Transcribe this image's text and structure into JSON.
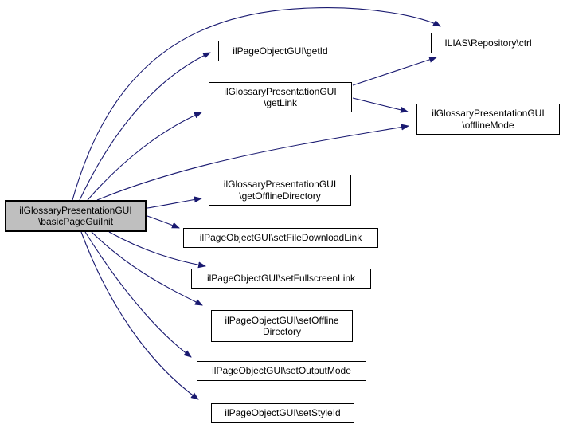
{
  "diagram": {
    "type": "call-graph",
    "colors": {
      "edge": "#191970",
      "node_border": "#000000",
      "node_fill": "#ffffff",
      "highlight_fill": "#bfbfbf",
      "text": "#000000",
      "background": "#ffffff"
    },
    "nodes": [
      {
        "id": "basicPageGuiInit",
        "line1": "ilGlossaryPresentationGUI",
        "line2": "\\basicPageGuiInit",
        "highlighted": true
      },
      {
        "id": "getId",
        "line1": "ilPageObjectGUI\\getId"
      },
      {
        "id": "getLink",
        "line1": "ilGlossaryPresentationGUI",
        "line2": "\\getLink"
      },
      {
        "id": "ctrl",
        "line1": "ILIAS\\Repository\\ctrl"
      },
      {
        "id": "offlineMode",
        "line1": "ilGlossaryPresentationGUI",
        "line2": "\\offlineMode"
      },
      {
        "id": "getOfflineDirectory",
        "line1": "ilGlossaryPresentationGUI",
        "line2": "\\getOfflineDirectory"
      },
      {
        "id": "setFileDownloadLink",
        "line1": "ilPageObjectGUI\\setFileDownloadLink"
      },
      {
        "id": "setFullscreenLink",
        "line1": "ilPageObjectGUI\\setFullscreenLink"
      },
      {
        "id": "setOfflineDirectory",
        "line1": "ilPageObjectGUI\\setOffline",
        "line2": "Directory"
      },
      {
        "id": "setOutputMode",
        "line1": "ilPageObjectGUI\\setOutputMode"
      },
      {
        "id": "setStyleId",
        "line1": "ilPageObjectGUI\\setStyleId"
      }
    ],
    "edges": [
      {
        "from": "basicPageGuiInit",
        "to": "ctrl"
      },
      {
        "from": "basicPageGuiInit",
        "to": "getId"
      },
      {
        "from": "basicPageGuiInit",
        "to": "getLink"
      },
      {
        "from": "basicPageGuiInit",
        "to": "offlineMode"
      },
      {
        "from": "basicPageGuiInit",
        "to": "getOfflineDirectory"
      },
      {
        "from": "basicPageGuiInit",
        "to": "setFileDownloadLink"
      },
      {
        "from": "basicPageGuiInit",
        "to": "setFullscreenLink"
      },
      {
        "from": "basicPageGuiInit",
        "to": "setOfflineDirectory"
      },
      {
        "from": "basicPageGuiInit",
        "to": "setOutputMode"
      },
      {
        "from": "basicPageGuiInit",
        "to": "setStyleId"
      },
      {
        "from": "getLink",
        "to": "ctrl"
      },
      {
        "from": "getLink",
        "to": "offlineMode"
      }
    ]
  }
}
